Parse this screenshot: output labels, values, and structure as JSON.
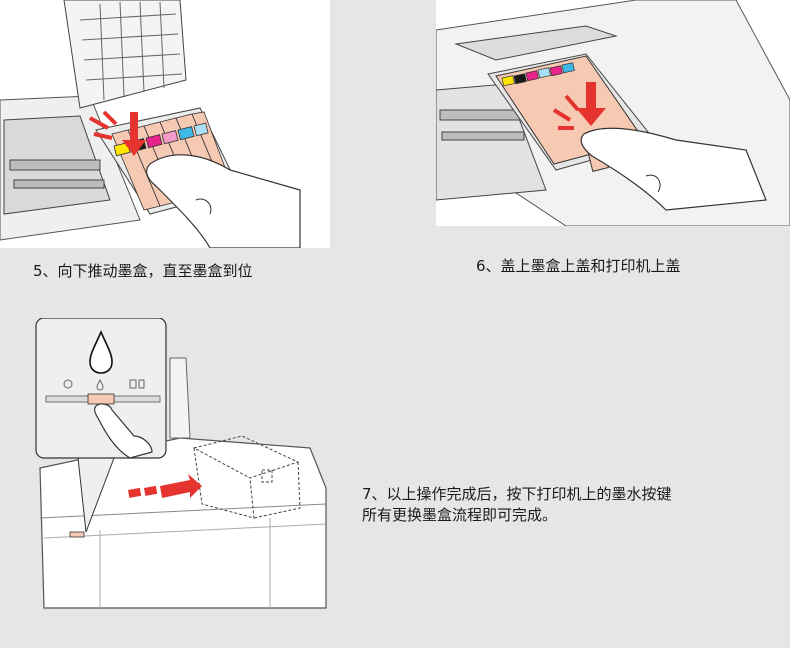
{
  "steps": [
    {
      "caption": "5、向下推动墨盒，直至墨盒到位"
    },
    {
      "caption": "6、盖上墨盒上盖和打印机上盖"
    },
    {
      "caption_line1": "7、以上操作完成后，按下打印机上的墨水按键",
      "caption_line2": "所有更换墨盒流程即可完成。"
    }
  ],
  "colors": {
    "background": "#e6e6e6",
    "cartridge_peach": "#f5c9b2",
    "arrow_red": "#e5342f",
    "yellow": "#ffe500",
    "black": "#1a1a1a",
    "magenta": "#e8238c",
    "cyan": "#3fb8e6",
    "light_magenta": "#f39bc8",
    "light_cyan": "#a9def4"
  },
  "icons": [
    "hand-icon",
    "ink-drop-icon",
    "power-icon",
    "ink-button-icon"
  ]
}
